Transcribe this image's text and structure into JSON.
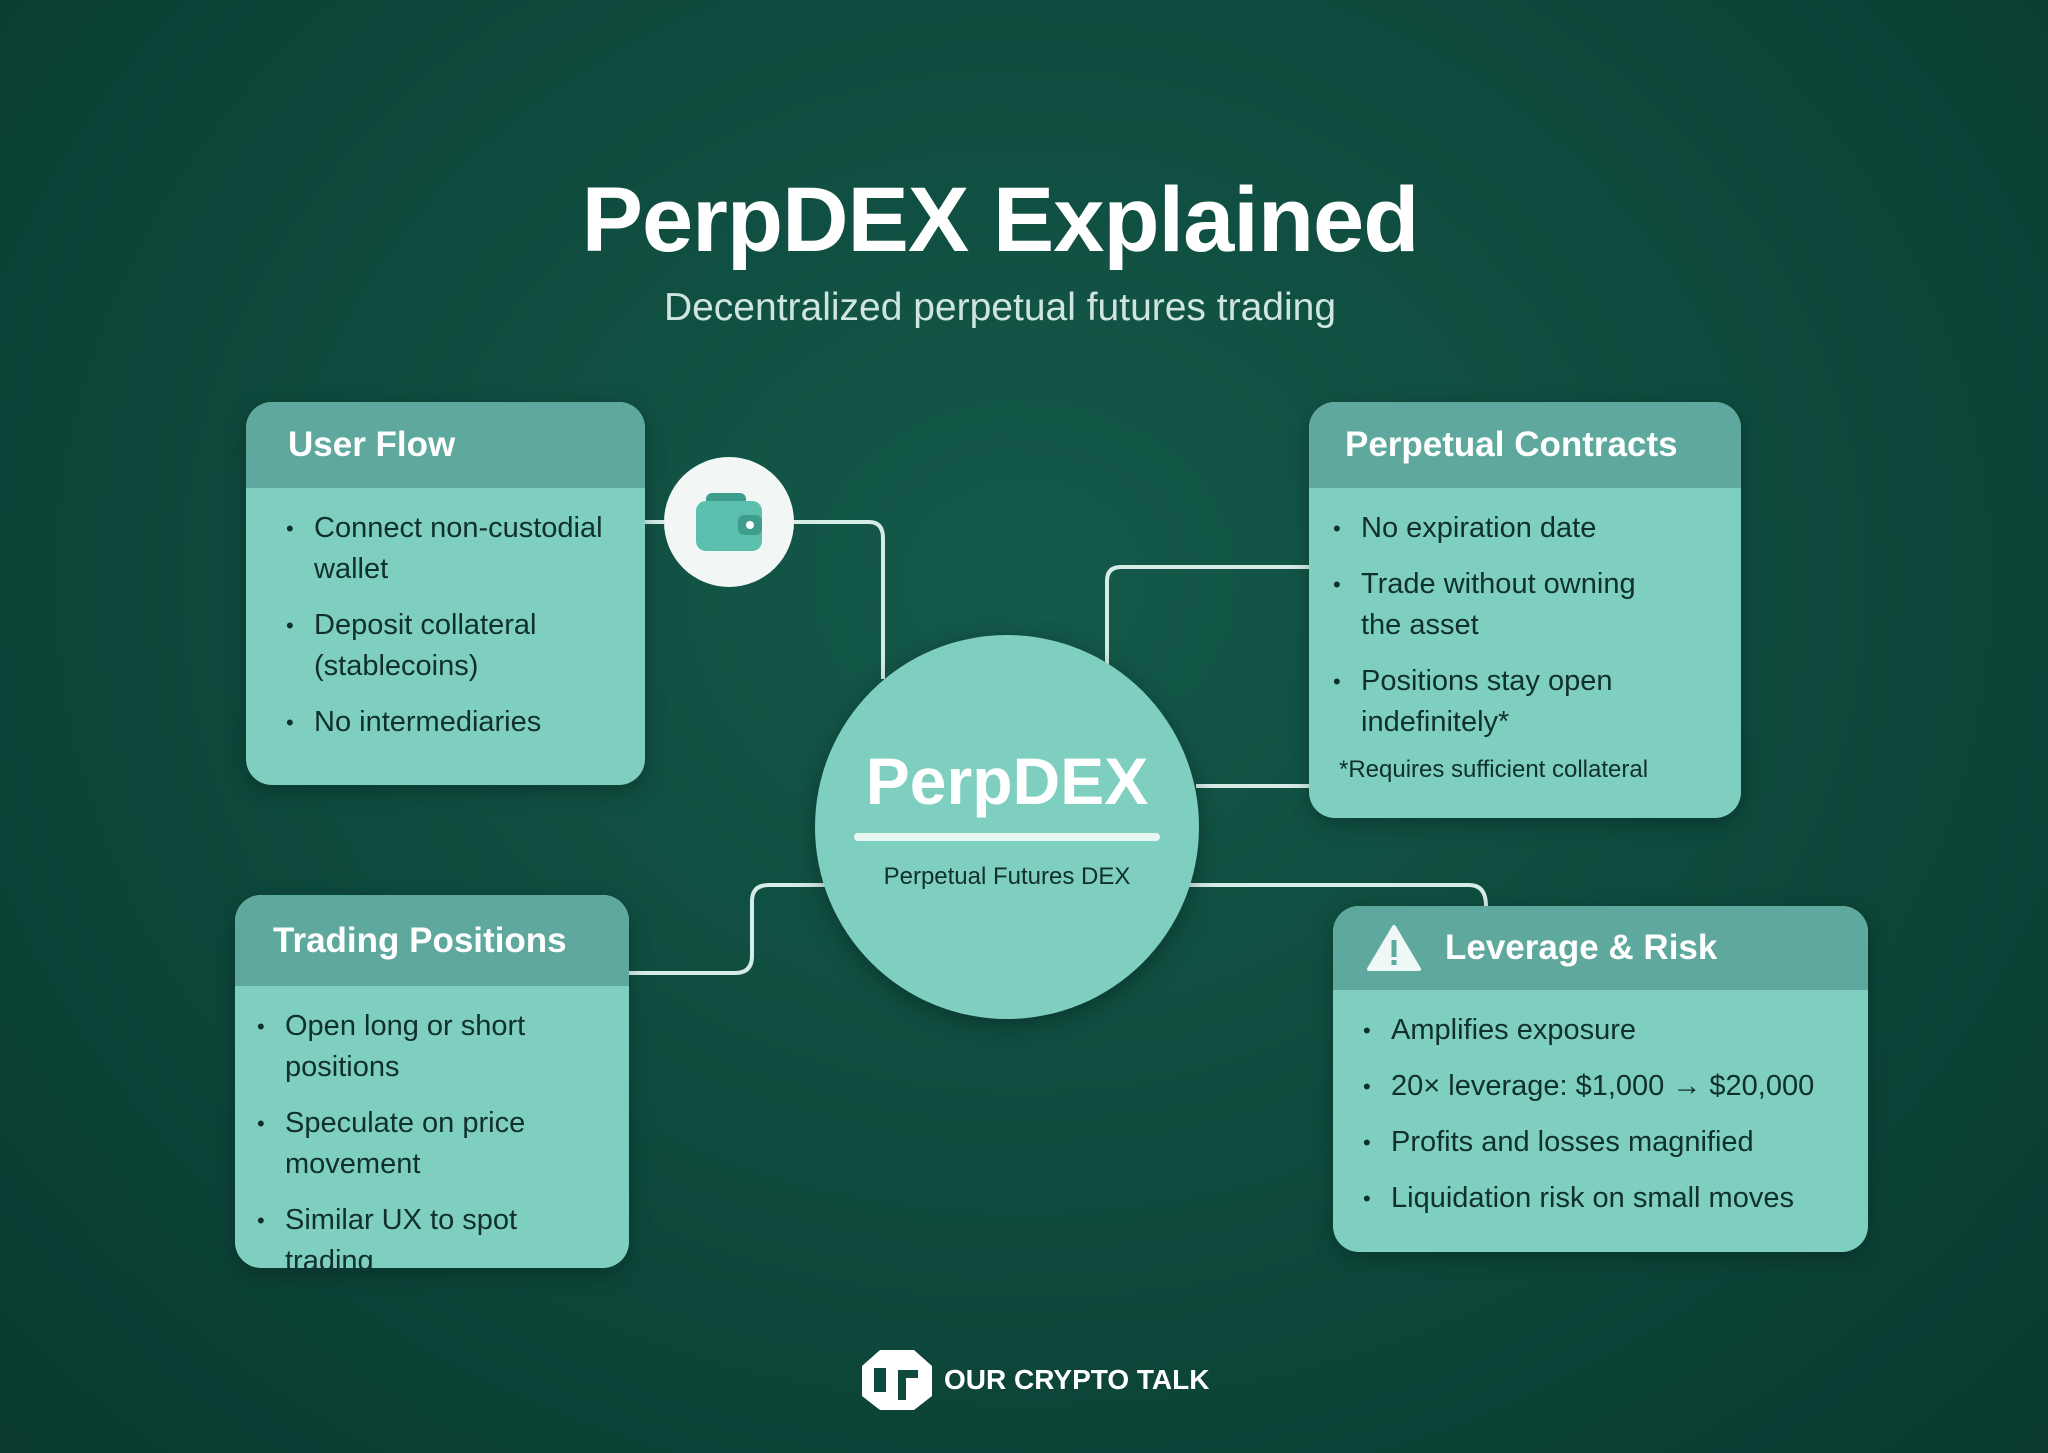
{
  "title": "PerpDEX Explained",
  "subtitle": "Decentralized perpetual futures trading",
  "hub": {
    "name": "PerpDEX",
    "subtitle": "Perpetual Futures DEX"
  },
  "user_flow": {
    "title": "User Flow",
    "items": [
      "Connect non-custodial wallet",
      "Deposit collateral (stablecoins)",
      "No intermediaries"
    ]
  },
  "perpetual_contracts": {
    "title": "Perpetual Contracts",
    "items": [
      "No expiration date",
      "Trade without owning the asset",
      "Positions stay open indefinitely*"
    ],
    "note": "*Requires sufficient collateral"
  },
  "trading_positions": {
    "title": "Trading Positions",
    "items": [
      "Open long or short positions",
      "Speculate on price movement",
      "Similar UX to spot trading"
    ]
  },
  "leverage_risk": {
    "title": "Leverage & Risk",
    "items": [
      "Amplifies exposure",
      "20× leverage: $1,000 → $20,000",
      "Profits and losses magnified",
      "Liquidation risk on small moves"
    ]
  },
  "footer": {
    "brand": "OUR CRYPTO TALK"
  },
  "colors": {
    "background": "#0e4a3d",
    "card": "#7ecfc0",
    "card_header": "#5fa89d"
  }
}
